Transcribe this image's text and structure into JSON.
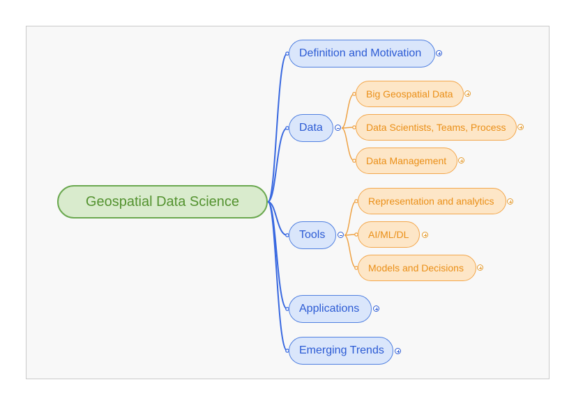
{
  "mindmap": {
    "root": {
      "label": "Geospatial Data Science",
      "children": [
        {
          "label": "Definition and Motivation",
          "toggle": "plus",
          "children": []
        },
        {
          "label": "Data",
          "toggle": "minus",
          "children": [
            {
              "label": "Big Geospatial Data",
              "toggle": "plus"
            },
            {
              "label": "Data Scientists, Teams, Process",
              "toggle": "plus"
            },
            {
              "label": "Data Management",
              "toggle": "plus"
            }
          ]
        },
        {
          "label": "Tools",
          "toggle": "minus",
          "children": [
            {
              "label": "Representation and analytics",
              "toggle": "plus"
            },
            {
              "label": "AI/ML/DL",
              "toggle": "plus"
            },
            {
              "label": "Models and Decisions",
              "toggle": "plus"
            }
          ]
        },
        {
          "label": "Applications",
          "toggle": "plus",
          "children": []
        },
        {
          "label": "Emerging Trends",
          "toggle": "plus",
          "children": []
        }
      ]
    },
    "colors": {
      "root_fill": "#d9ebcd",
      "root_border": "#6aa84f",
      "level1_fill": "#dae6fb",
      "level1_border": "#4f7fe0",
      "level1_link": "#3868e0",
      "level2_fill": "#fde6c7",
      "level2_border": "#f3a64a",
      "level2_link": "#eea244"
    }
  }
}
